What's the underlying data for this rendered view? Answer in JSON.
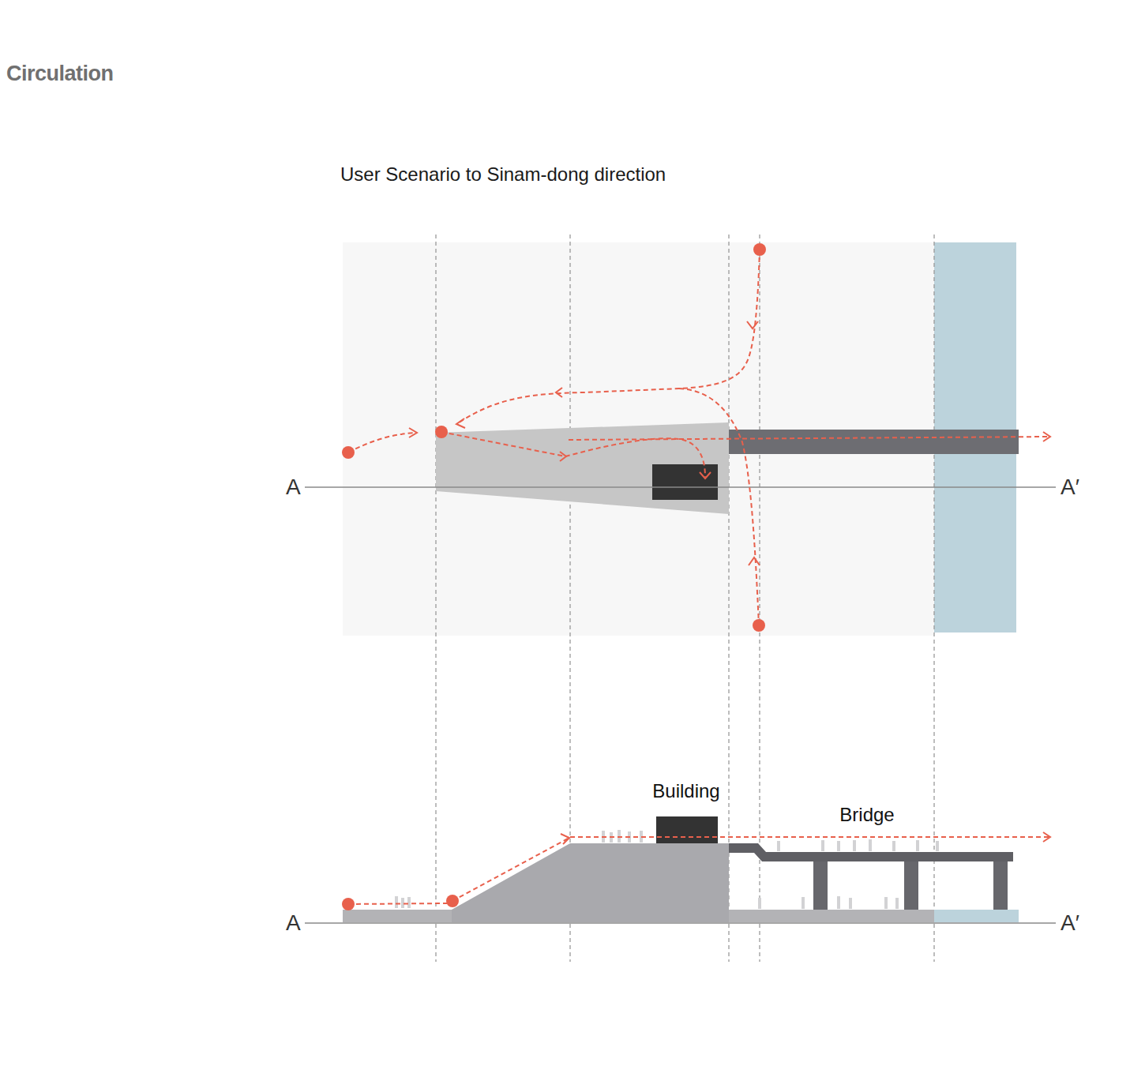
{
  "diagram": {
    "title": "Circulation",
    "nodes": [
      {
        "text": [
          "Building"
        ]
      },
      {
        "text": [
          "Bridge"
        ]
      }
    ],
    "labels": [
      "User Scenario to Sinam-dong direction",
      "A",
      "A′",
      "A",
      "A′"
    ]
  }
}
